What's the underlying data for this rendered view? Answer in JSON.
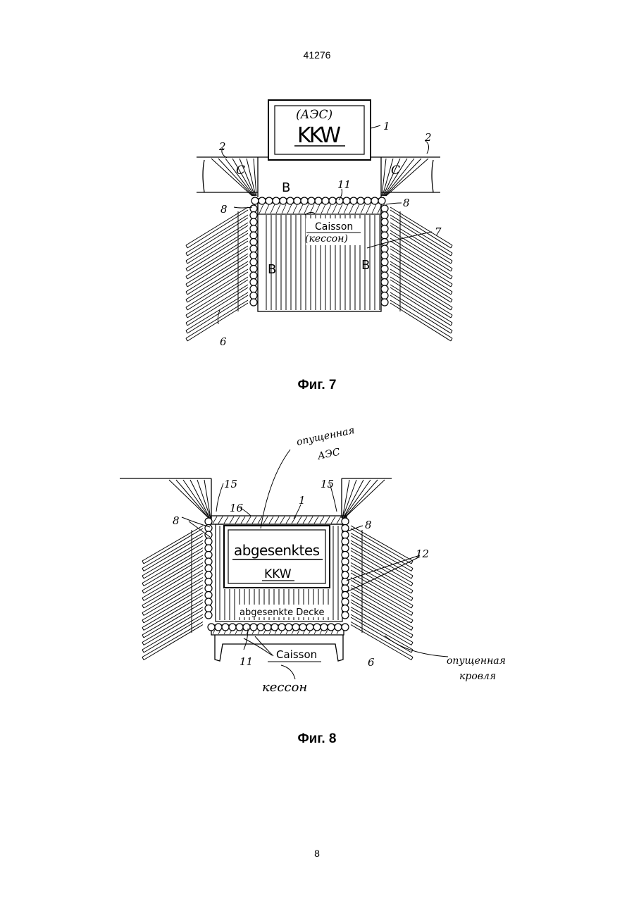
{
  "header": {
    "page_code": "41276"
  },
  "footer": {
    "page_number": "8"
  },
  "figure7": {
    "caption": "Фиг. 7",
    "box_text_ru": "(АЭС)",
    "box_text_de": "KKW",
    "zone_b": "B",
    "zone_c": "C",
    "caisson_de": "Caisson",
    "caisson_ru": "(кессон)",
    "refs": {
      "r1": "1",
      "r2": "2",
      "r6": "6",
      "r7": "7",
      "r8": "8",
      "r11": "11"
    }
  },
  "figure8": {
    "caption": "Фиг. 8",
    "box_line1": "abgesenktes",
    "box_line2": "KKW",
    "ceiling_label": "abgesenkte Decke",
    "caisson_de": "Caisson",
    "note_top_line1": "опущенная",
    "note_top_line2": "АЭС",
    "note_bottom_line1": "опущенная",
    "note_bottom_line2": "кровля",
    "caisson_ru": "кессон",
    "refs": {
      "r1": "1",
      "r6": "6",
      "r8": "8",
      "r11": "11",
      "r12": "12",
      "r15": "15",
      "r16": "16"
    }
  }
}
